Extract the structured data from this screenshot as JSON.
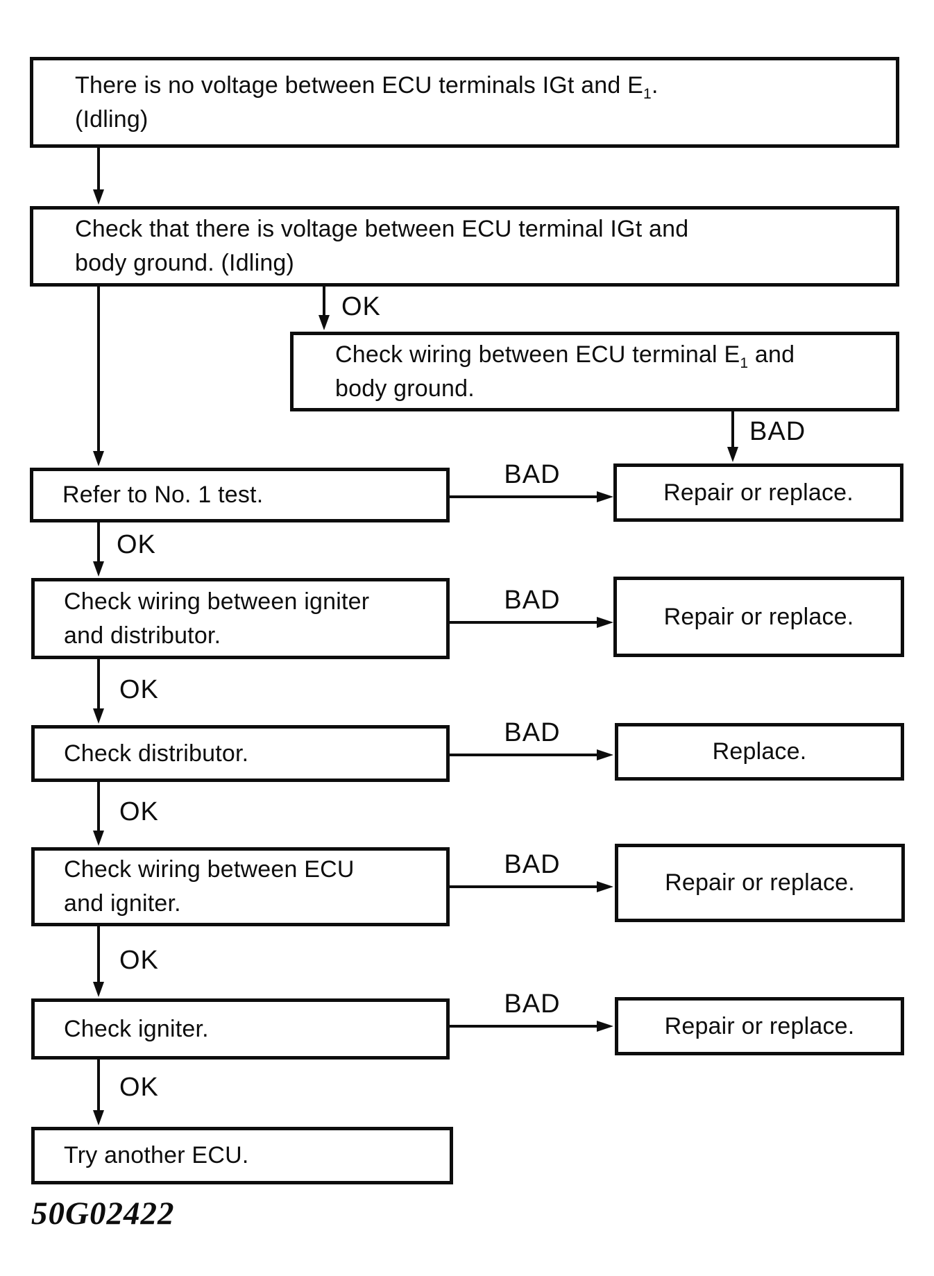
{
  "figure": {
    "code": "50G02422"
  },
  "labels": {
    "ok": "OK",
    "bad": "BAD"
  },
  "flowchart": {
    "start": {
      "line1_pre": "There is no voltage between ECU terminals IGt and E",
      "line1_sub": "1",
      "line1_post": ".",
      "line2": "(Idling)"
    },
    "check_igt_ground": {
      "line1": "Check that there is voltage between ECU terminal IGt and",
      "line2": "body ground. (Idling)"
    },
    "check_e1_ground": {
      "line1_pre": "Check wiring between ECU terminal E",
      "line1_sub": "1",
      "line1_post": " and",
      "line2": "body ground."
    },
    "refer_no1_test": {
      "text": "Refer to No. 1 test."
    },
    "check_wiring_igniter_distributor": {
      "line1": "Check wiring between igniter",
      "line2": "and distributor."
    },
    "check_distributor": {
      "text": "Check distributor."
    },
    "check_wiring_ecu_igniter": {
      "line1": "Check wiring between ECU",
      "line2": "and igniter."
    },
    "check_igniter": {
      "text": "Check igniter."
    },
    "try_another_ecu": {
      "text": "Try another ECU."
    },
    "repair_or_replace": {
      "text": "Repair or replace."
    },
    "replace": {
      "text": "Replace."
    }
  }
}
